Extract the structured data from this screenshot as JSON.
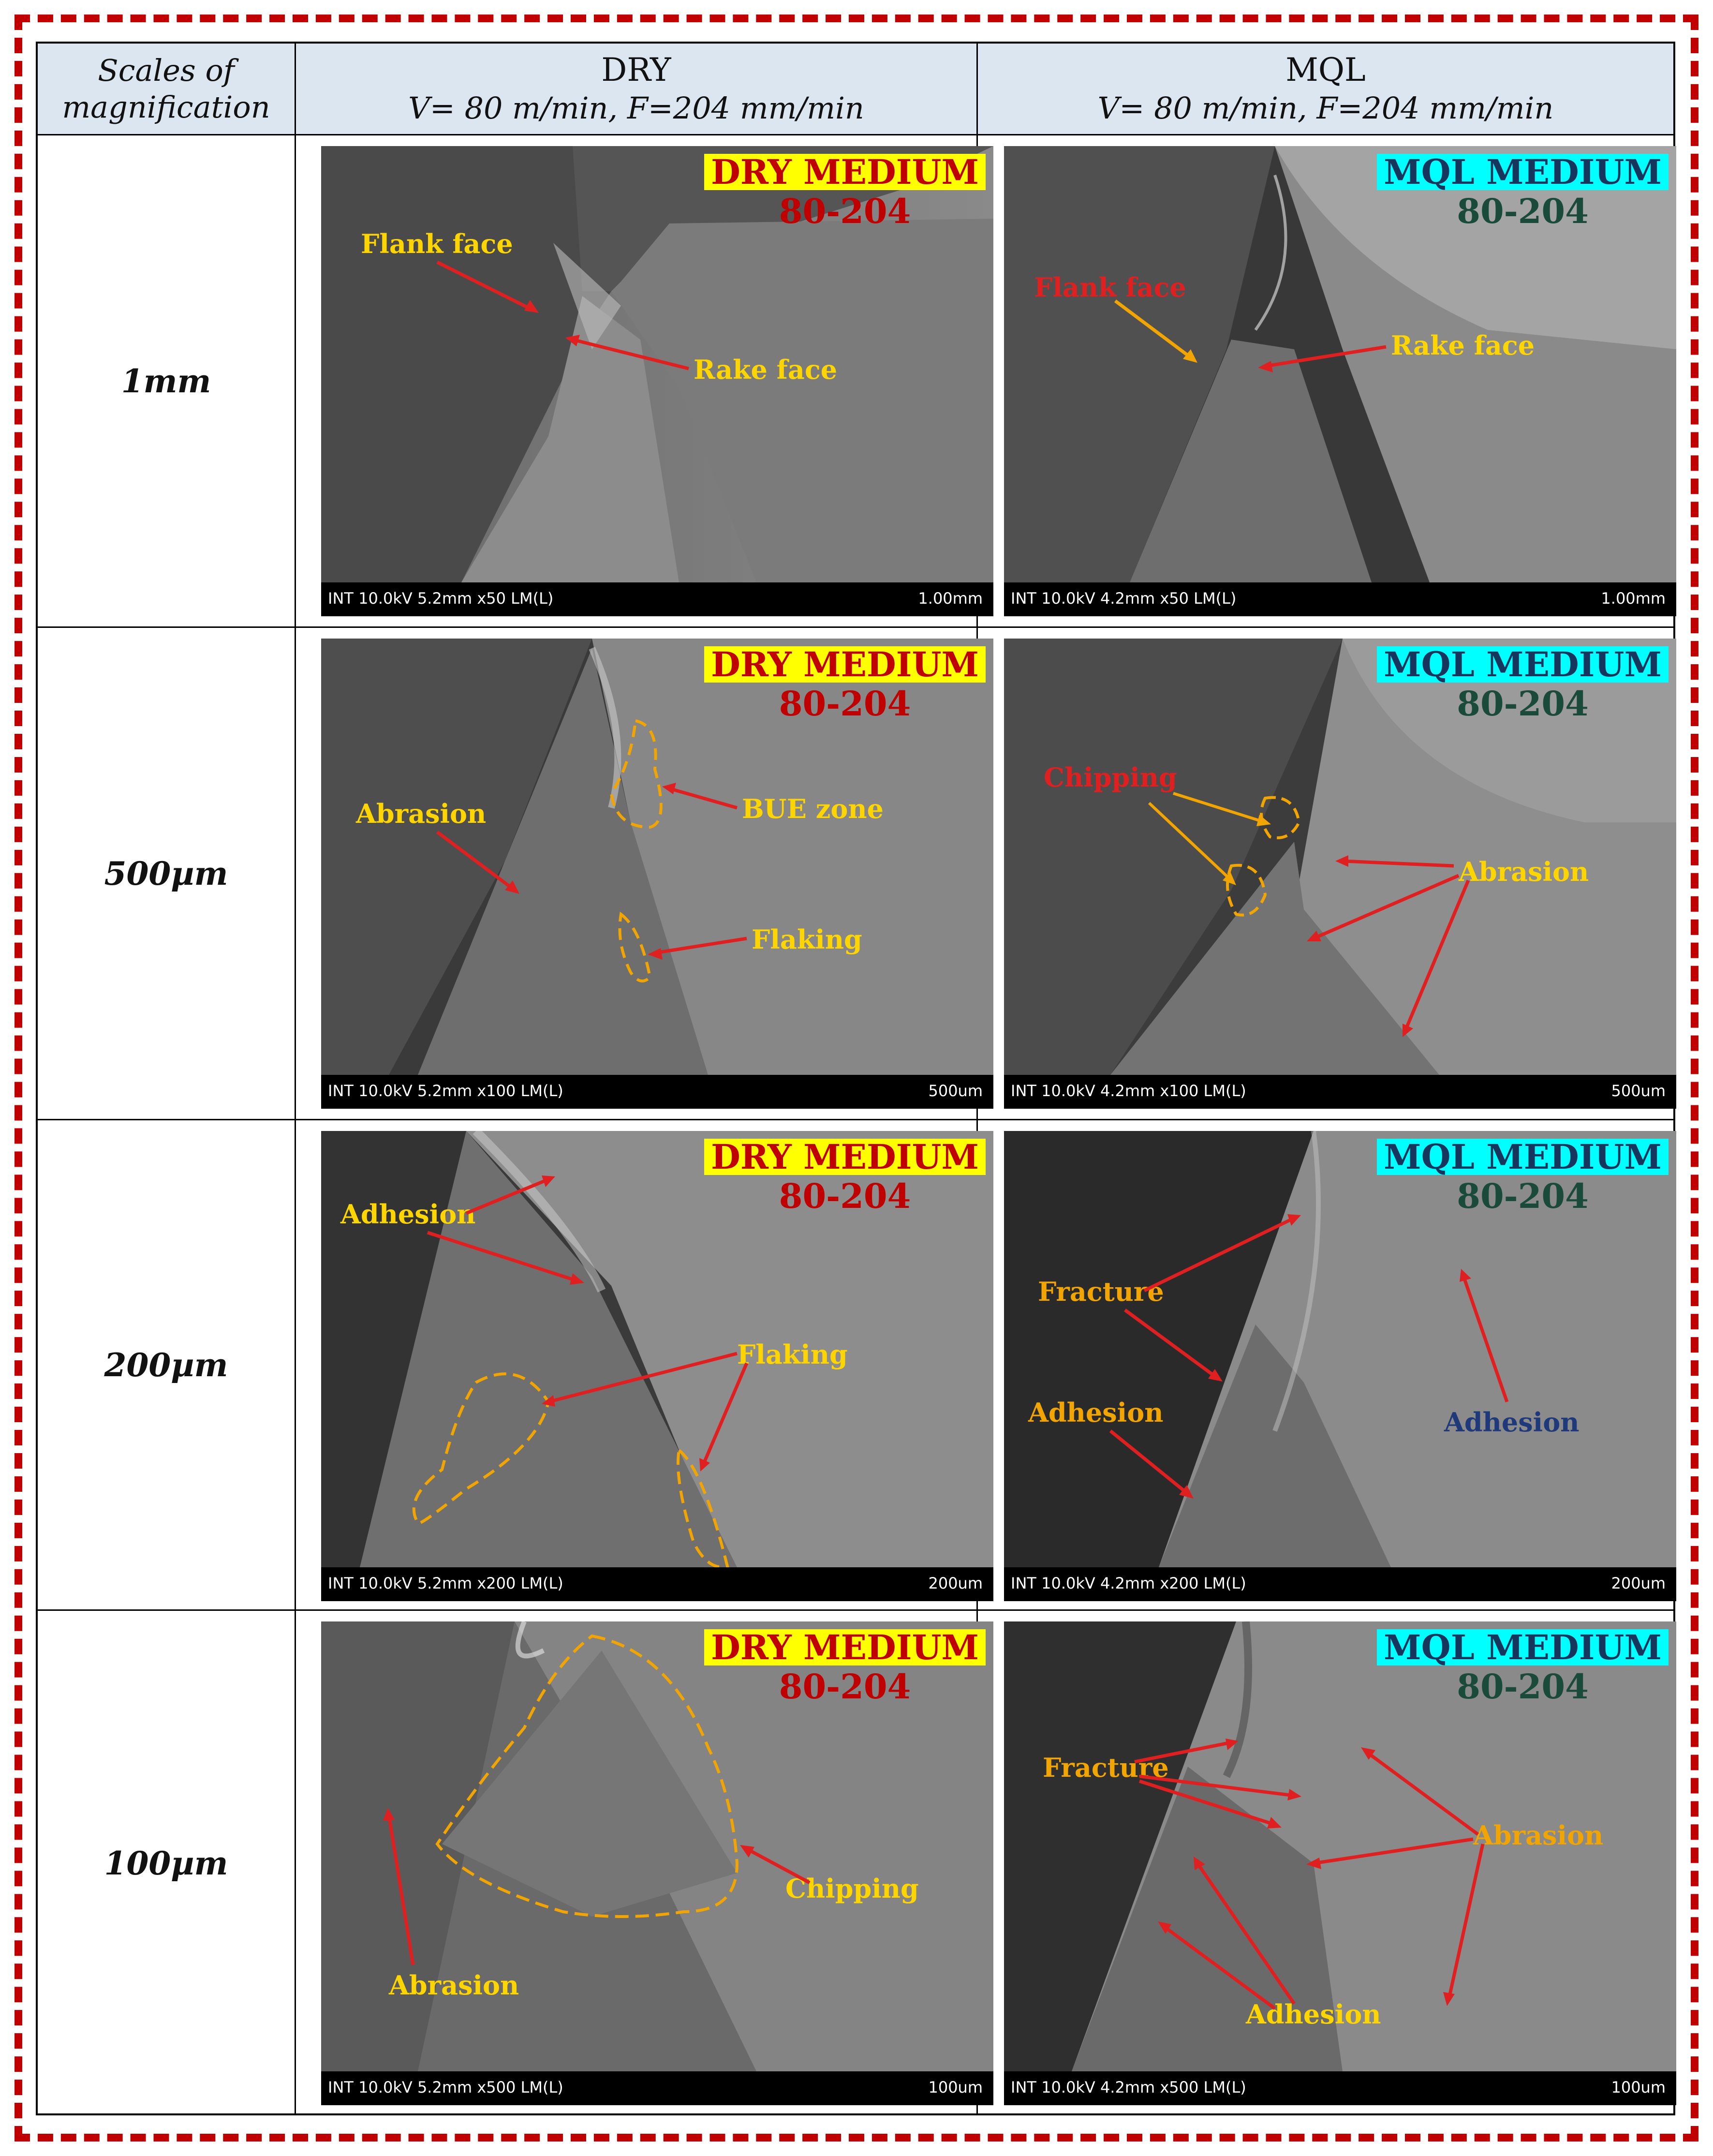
{
  "header": {
    "col0": [
      "Scales of",
      "magnification"
    ],
    "col1": [
      "DRY",
      "V= 80 m/min, F=204 mm/min"
    ],
    "col2": [
      "MQL",
      "V= 80 m/min, F=204 mm/min"
    ]
  },
  "rows": [
    {
      "scale": "1mm",
      "dry": {
        "medium": "DRY MEDIUM",
        "code": "80-204",
        "info": "INT 10.0kV 5.2mm x50 LM(L)",
        "bar": "1.00mm",
        "labels": [
          "Flank face",
          "Rake face"
        ]
      },
      "mql": {
        "medium": "MQL MEDIUM",
        "code": "80-204",
        "info": "INT 10.0kV 4.2mm x50 LM(L)",
        "bar": "1.00mm",
        "labels": [
          "Flank face",
          "Rake face"
        ]
      }
    },
    {
      "scale": "500µm",
      "dry": {
        "medium": "DRY MEDIUM",
        "code": "80-204",
        "info": "INT 10.0kV 5.2mm x100 LM(L)",
        "bar": "500um",
        "labels": [
          "Abrasion",
          "BUE zone",
          "Flaking"
        ]
      },
      "mql": {
        "medium": "MQL MEDIUM",
        "code": "80-204",
        "info": "INT 10.0kV 4.2mm x100 LM(L)",
        "bar": "500um",
        "labels": [
          "Chipping",
          "Abrasion"
        ]
      }
    },
    {
      "scale": "200µm",
      "dry": {
        "medium": "DRY MEDIUM",
        "code": "80-204",
        "info": "INT 10.0kV 5.2mm x200 LM(L)",
        "bar": "200um",
        "labels": [
          "Adhesion",
          "Flaking"
        ]
      },
      "mql": {
        "medium": "MQL MEDIUM",
        "code": "80-204",
        "info": "INT 10.0kV 4.2mm x200 LM(L)",
        "bar": "200um",
        "labels": [
          "Fracture",
          "Adhesion",
          "Adhesion"
        ]
      }
    },
    {
      "scale": "100µm",
      "dry": {
        "medium": "DRY MEDIUM",
        "code": "80-204",
        "info": "INT 10.0kV 5.2mm x500 LM(L)",
        "bar": "100um",
        "labels": [
          "Abrasion",
          "Chipping"
        ]
      },
      "mql": {
        "medium": "MQL MEDIUM",
        "code": "80-204",
        "info": "INT 10.0kV 4.2mm x500 LM(L)",
        "bar": "100um",
        "labels": [
          "Fracture",
          "Abrasion",
          "Adhesion"
        ]
      }
    }
  ],
  "colors": {
    "frame": "#c00000",
    "header_bg": "#dce6f1",
    "dry_badge": "#ffff00",
    "mql_badge": "#00ffff",
    "arrow": "#e02020",
    "outline": "#f2a500"
  }
}
